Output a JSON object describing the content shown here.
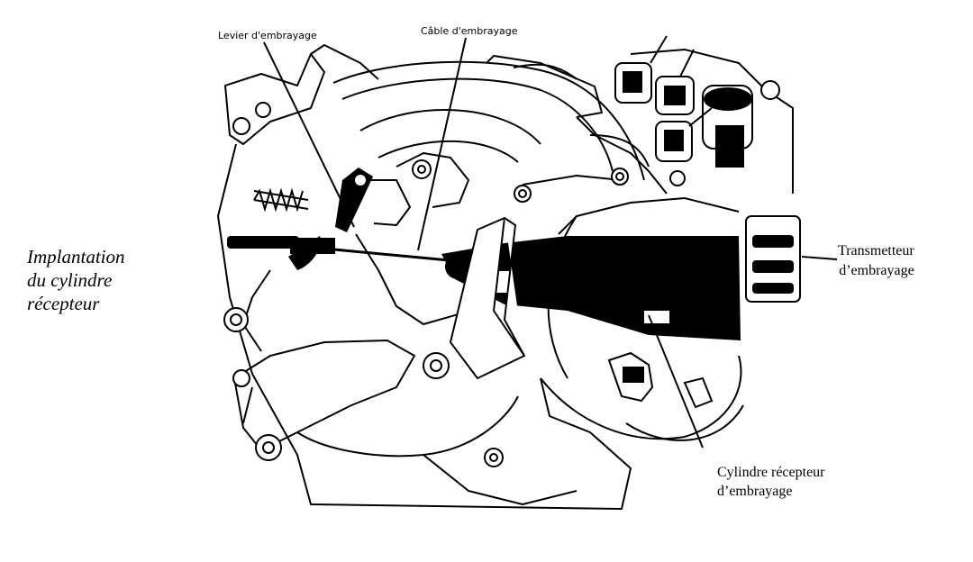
{
  "labels": {
    "levier": "Levier d'embrayage",
    "cable": "Câble d'embrayage",
    "transmetteur_1": "Transmetteur",
    "transmetteur_2": "d’embrayage",
    "cylindre_1": "Cylindre récepteur",
    "cylindre_2": "d’embrayage"
  },
  "caption": {
    "line1": "Implantation",
    "line2": "du cylindre",
    "line3": "récepteur"
  },
  "colors": {
    "ink": "#000000",
    "paper": "#ffffff"
  }
}
